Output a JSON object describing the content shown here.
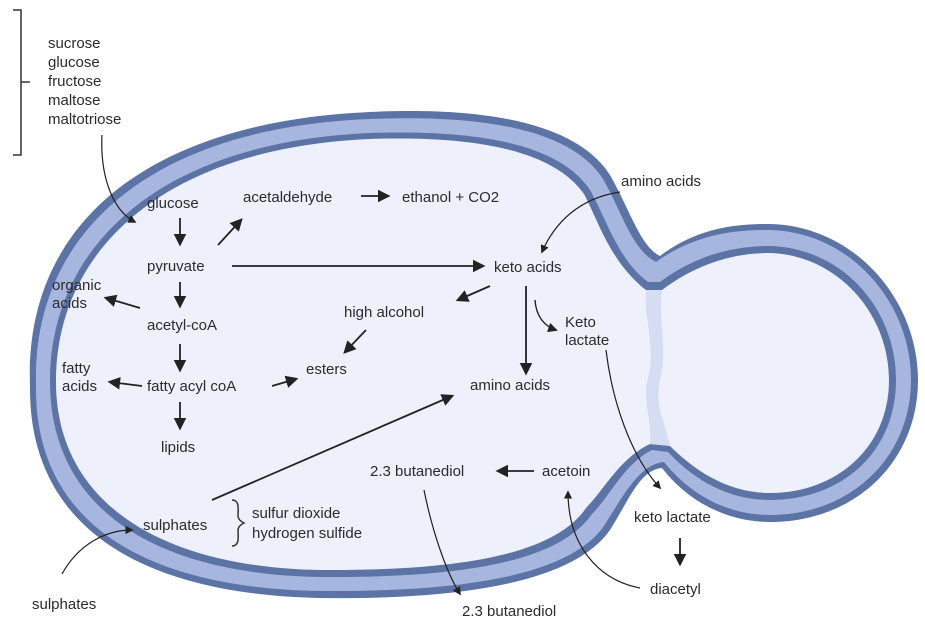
{
  "diagram": {
    "sugars": [
      "sucrose",
      "glucose",
      "fructose",
      "maltose",
      "maltotriose"
    ],
    "labels": {
      "glucose": "glucose",
      "acetaldehyde": "acetaldehyde",
      "ethanol": "ethanol + CO2",
      "amino_acids_in": "amino acids",
      "pyruvate": "pyruvate",
      "keto_acids": "keto acids",
      "organic_acids_1": "organic",
      "organic_acids_2": "acids",
      "high_alcohol": "high alcohol",
      "keto_lactate_in_1": "Keto",
      "keto_lactate_in_2": "lactate",
      "acetyl_coa": "acetyl-coA",
      "fatty_acids_1": "fatty",
      "fatty_acids_2": "acids",
      "fatty_acyl_coa": "fatty acyl coA",
      "esters": "esters",
      "amino_acids_out": "amino acids",
      "lipids": "lipids",
      "butanediol_in": "2.3 butanediol",
      "acetoin": "acetoin",
      "keto_lactate_out": "keto lactate",
      "sulphates_in": "sulphates",
      "sulfur_dioxide": "sulfur dioxide",
      "hydrogen_sulfide": "hydrogen sulfide",
      "diacetyl": "diacetyl",
      "sulphates_out": "sulphates",
      "butanediol_out": "2.3 butanediol"
    }
  },
  "colors": {
    "membrane_outer": "#5c73a6",
    "membrane_fill": "#a7b6de",
    "cytoplasm": "#eef0fc",
    "text": "#2b2b2b",
    "arrow": "#222222"
  }
}
